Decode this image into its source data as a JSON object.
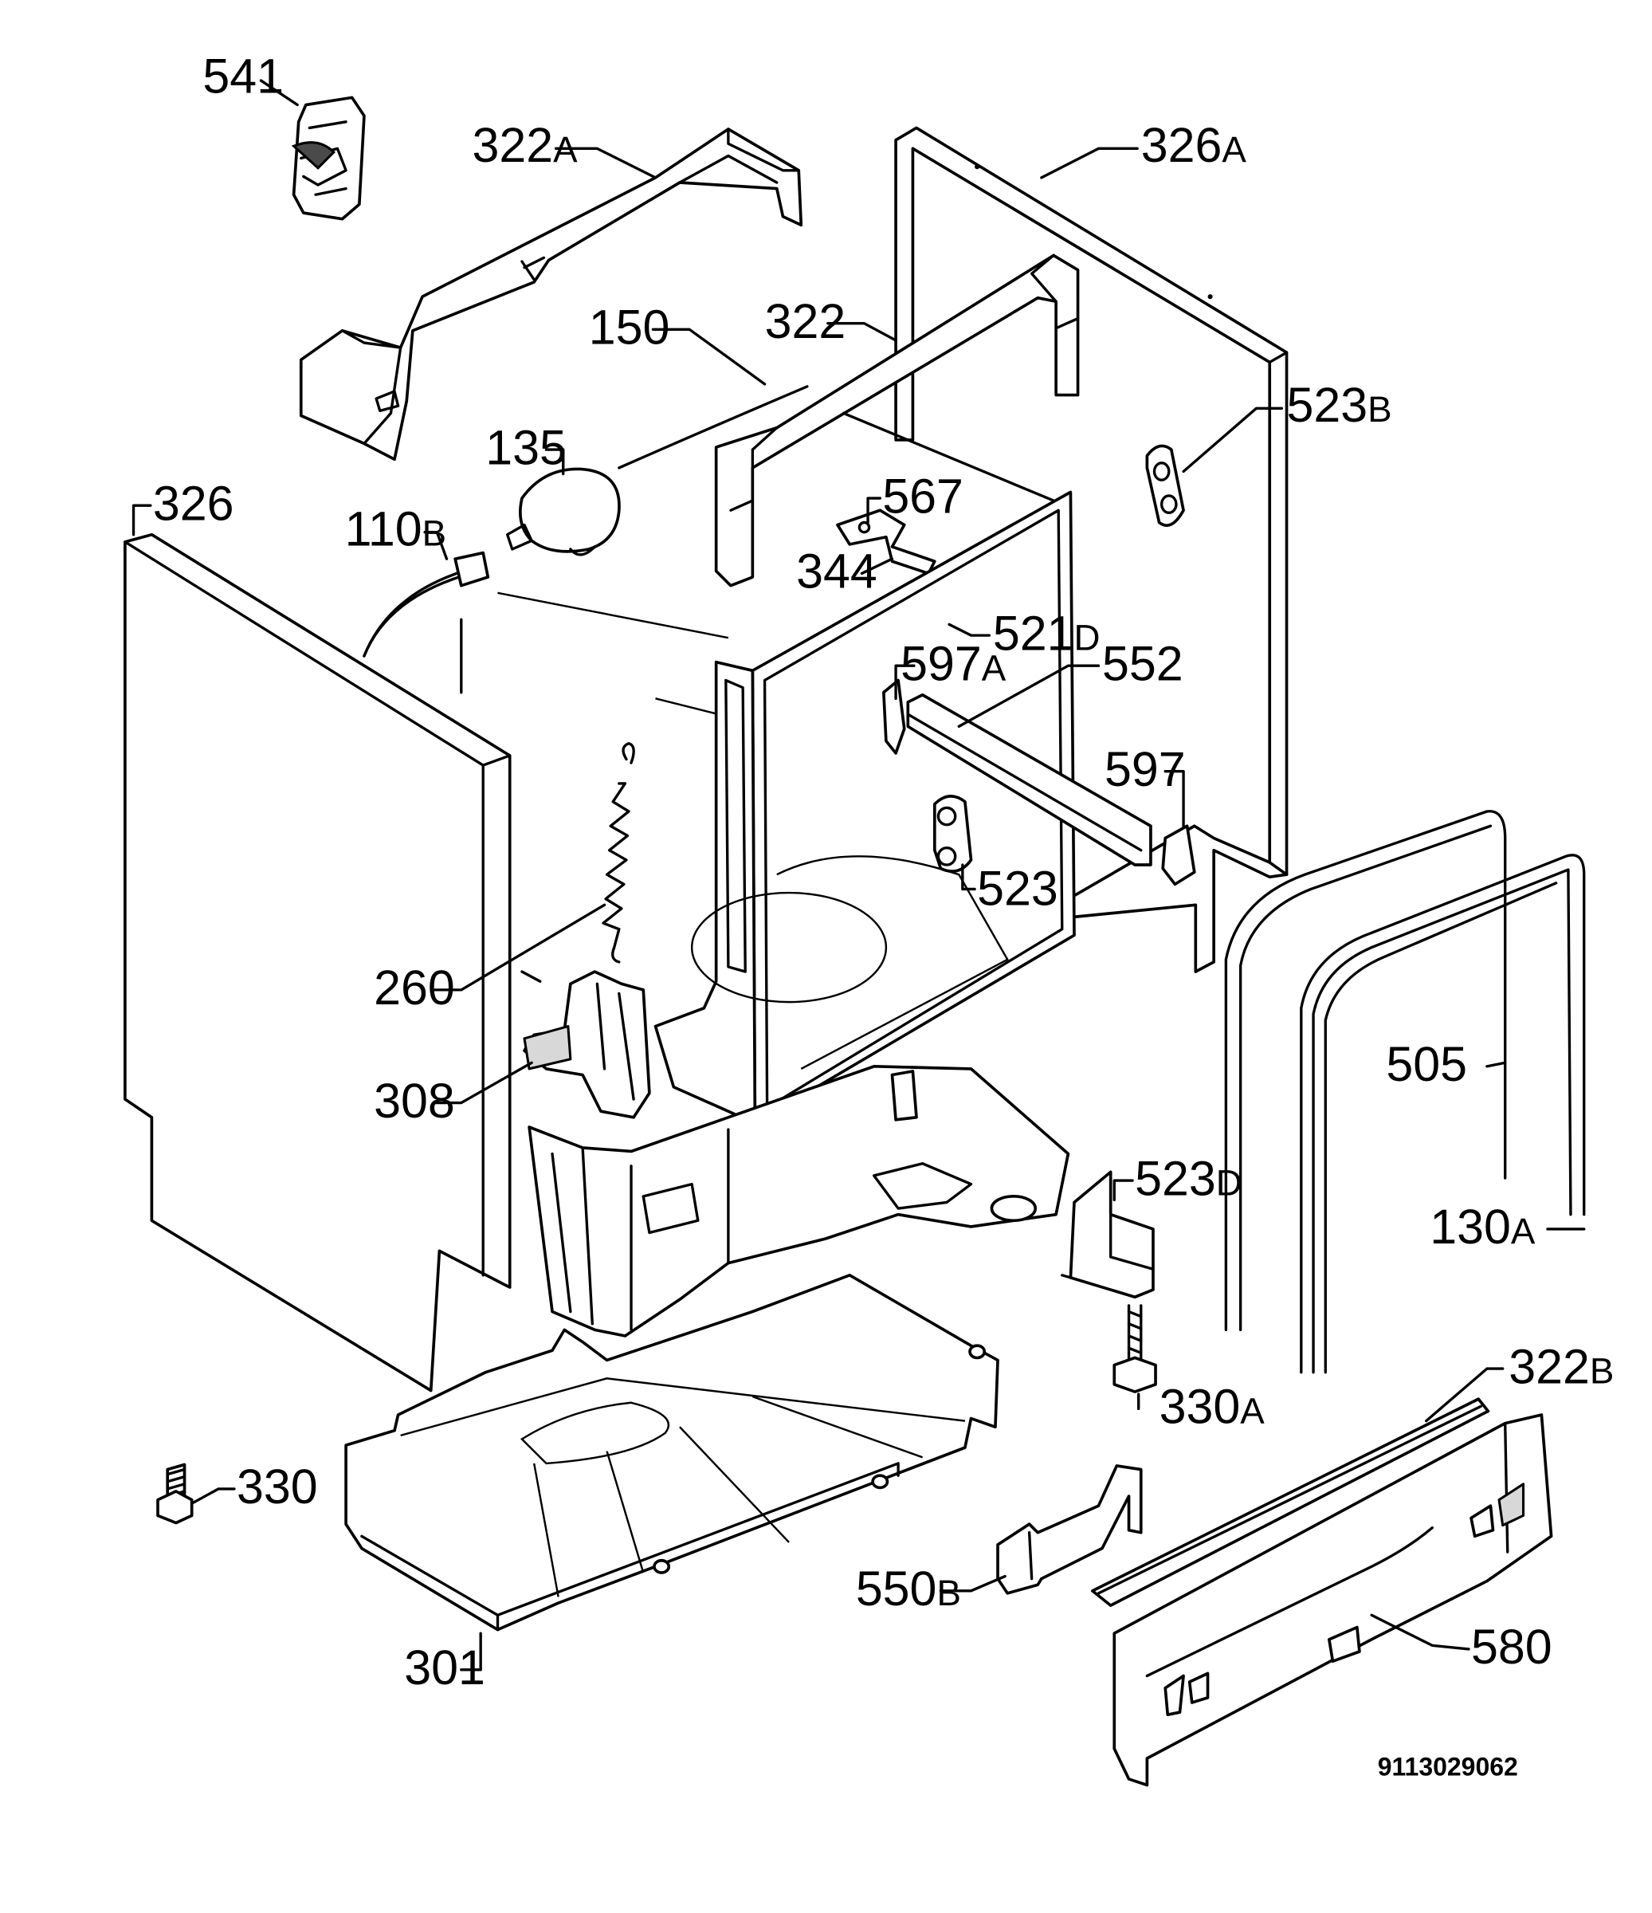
{
  "diagram": {
    "document_code": "9113029062",
    "callouts": [
      {
        "id": "541",
        "number": "541",
        "suffix": ""
      },
      {
        "id": "322a",
        "number": "322",
        "suffix": "A"
      },
      {
        "id": "326a",
        "number": "326",
        "suffix": "A"
      },
      {
        "id": "150",
        "number": "150",
        "suffix": ""
      },
      {
        "id": "322",
        "number": "322",
        "suffix": ""
      },
      {
        "id": "523b",
        "number": "523",
        "suffix": "B"
      },
      {
        "id": "135",
        "number": "135",
        "suffix": ""
      },
      {
        "id": "326",
        "number": "326",
        "suffix": ""
      },
      {
        "id": "110b",
        "number": "110",
        "suffix": "B"
      },
      {
        "id": "567",
        "number": "567",
        "suffix": ""
      },
      {
        "id": "344",
        "number": "344",
        "suffix": ""
      },
      {
        "id": "521d",
        "number": "521",
        "suffix": "D"
      },
      {
        "id": "597a",
        "number": "597",
        "suffix": "A"
      },
      {
        "id": "552",
        "number": "552",
        "suffix": ""
      },
      {
        "id": "597",
        "number": "597",
        "suffix": ""
      },
      {
        "id": "523",
        "number": "523",
        "suffix": ""
      },
      {
        "id": "260",
        "number": "260",
        "suffix": ""
      },
      {
        "id": "505",
        "number": "505",
        "suffix": ""
      },
      {
        "id": "308",
        "number": "308",
        "suffix": ""
      },
      {
        "id": "523d",
        "number": "523",
        "suffix": "D"
      },
      {
        "id": "130a",
        "number": "130",
        "suffix": "A"
      },
      {
        "id": "322b",
        "number": "322",
        "suffix": "B"
      },
      {
        "id": "330a",
        "number": "330",
        "suffix": "A"
      },
      {
        "id": "330",
        "number": "330",
        "suffix": ""
      },
      {
        "id": "550b",
        "number": "550",
        "suffix": "B"
      },
      {
        "id": "580",
        "number": "580",
        "suffix": ""
      },
      {
        "id": "301",
        "number": "301",
        "suffix": ""
      }
    ]
  }
}
